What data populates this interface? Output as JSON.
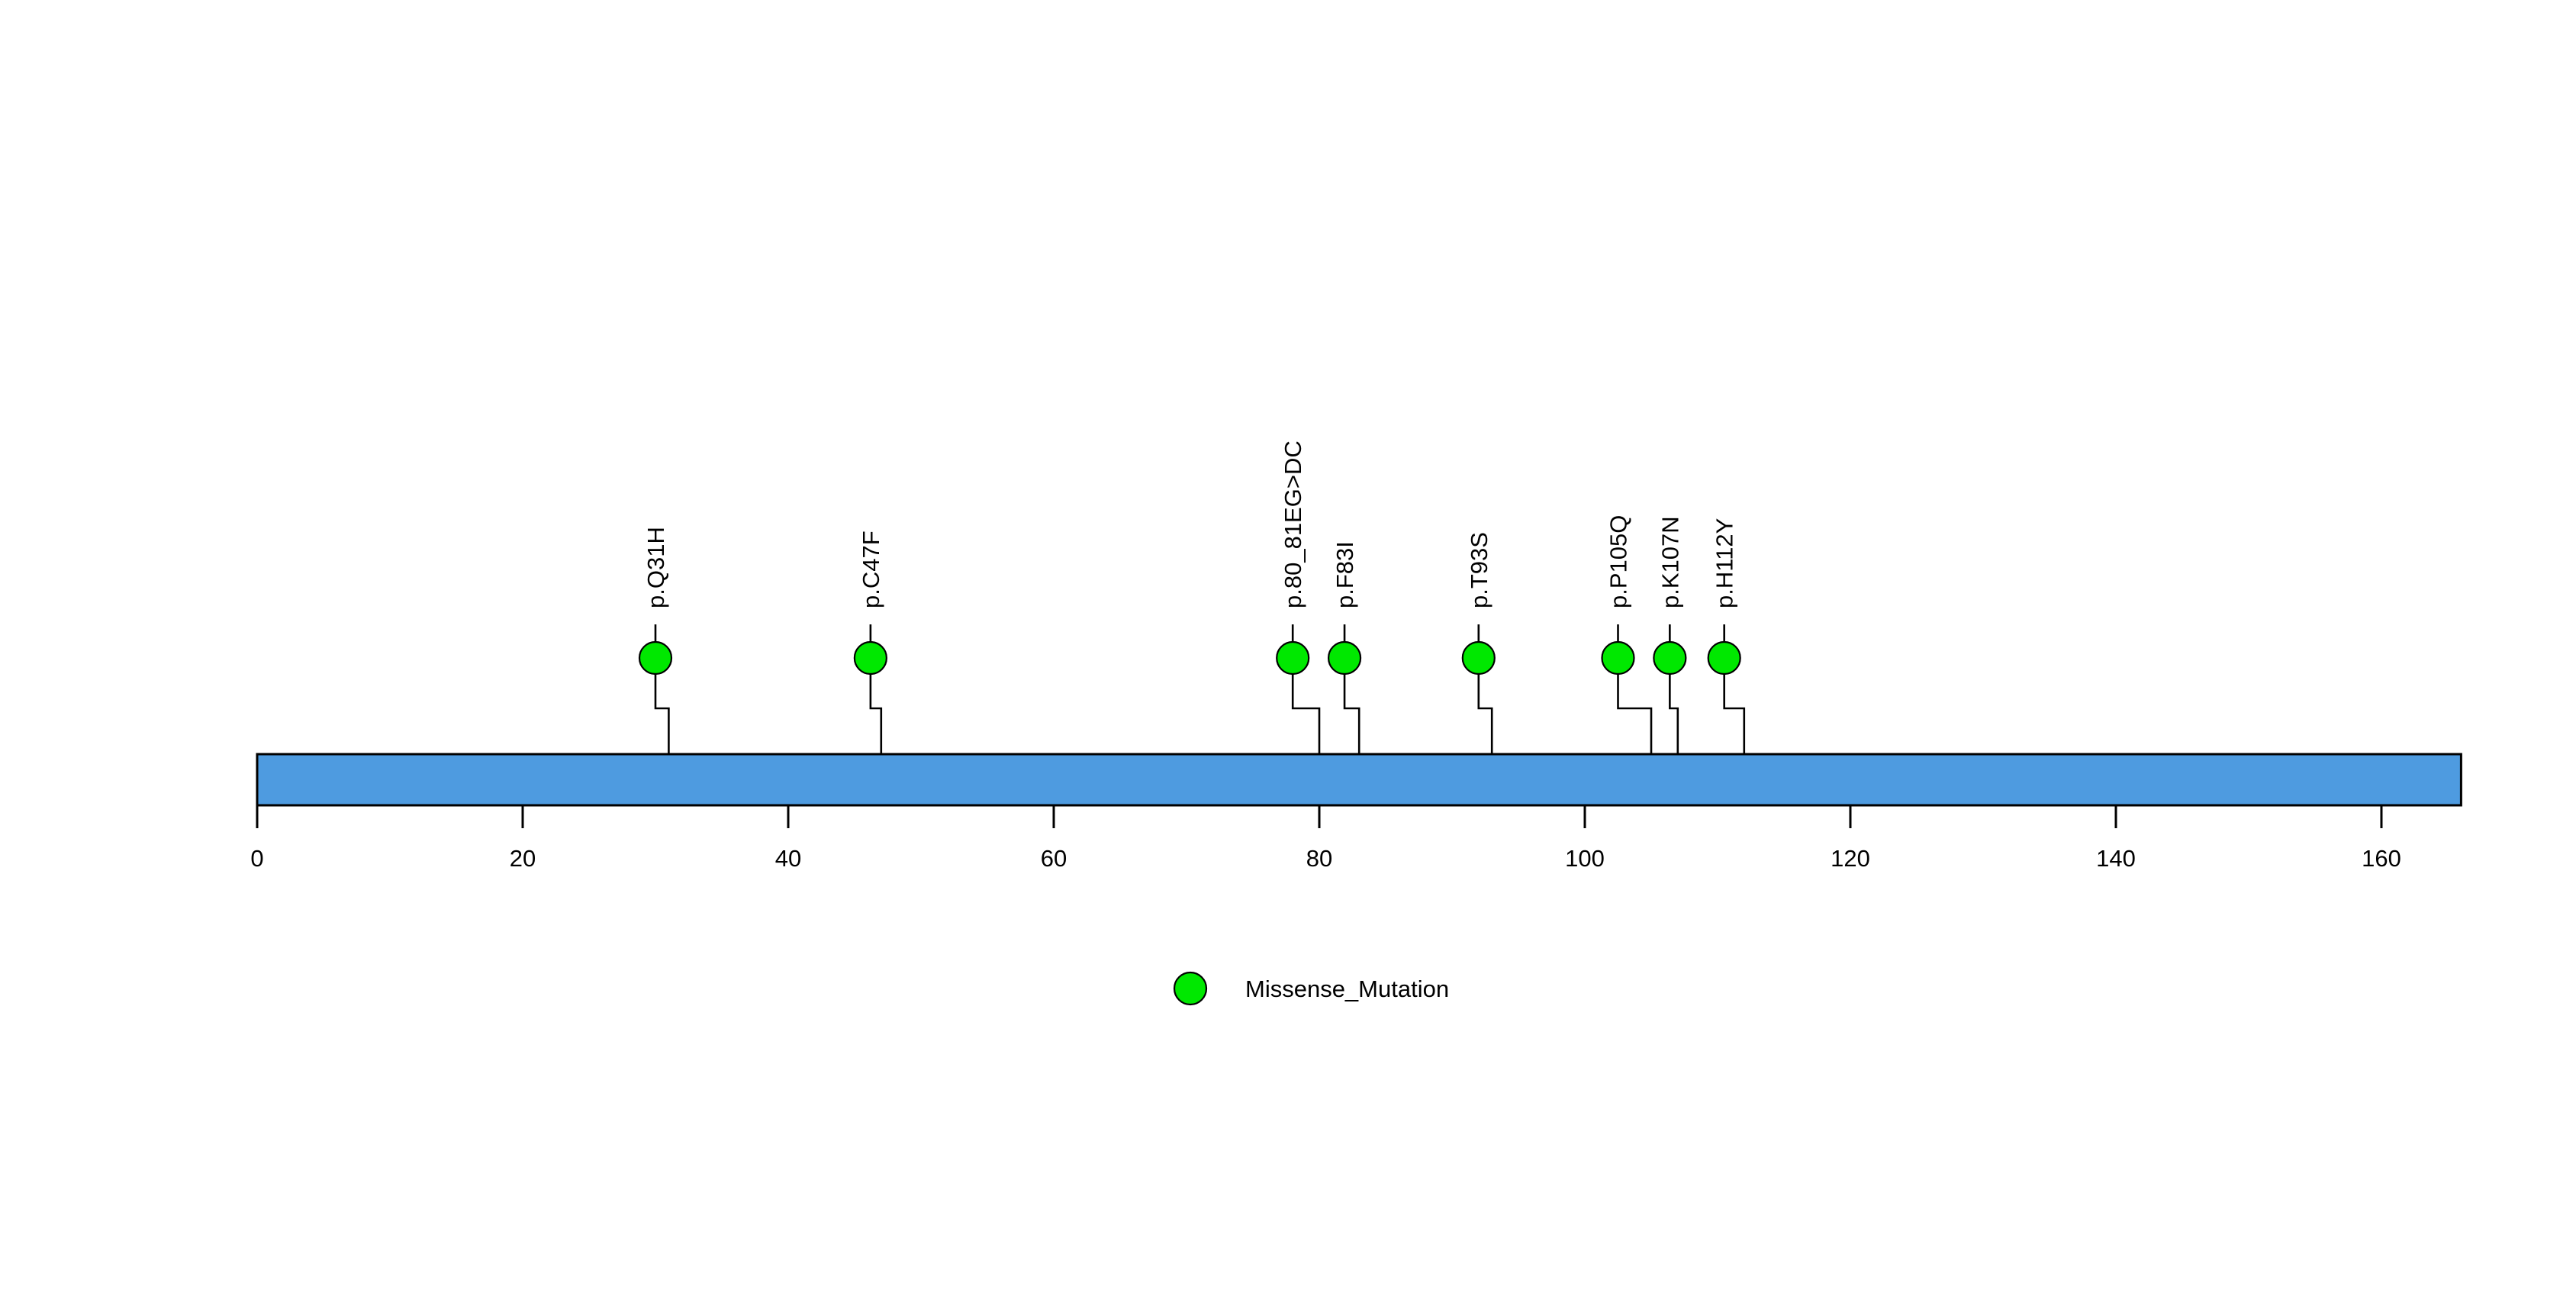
{
  "chart_data": {
    "type": "lollipop",
    "title": "",
    "subtitle": "",
    "xlabel": "",
    "ylabel": "",
    "xlim": [
      0,
      166
    ],
    "grid": false,
    "protein": {
      "length": 166,
      "domain_label": "",
      "color": "#4e9be0",
      "border_color": "#000000"
    },
    "axis": {
      "ticks": [
        0,
        20,
        40,
        60,
        80,
        100,
        120,
        140,
        160
      ],
      "tick_labels": [
        "0",
        "20",
        "40",
        "60",
        "80",
        "100",
        "120",
        "140",
        "160"
      ]
    },
    "categories": [
      "p.Q31H",
      "p.C47F",
      "p.80_81EG>DC",
      "p.F83I",
      "p.T93S",
      "p.P105Q",
      "p.K107N",
      "p.H112Y"
    ],
    "values": [
      1,
      1,
      1,
      1,
      1,
      1,
      1,
      1
    ],
    "mutations": [
      {
        "label": "p.Q31H",
        "position": 31,
        "draw_position": 30.0,
        "count": 1,
        "type": "Missense_Mutation",
        "color": "#00e800"
      },
      {
        "label": "p.C47F",
        "position": 47,
        "draw_position": 46.2,
        "count": 1,
        "type": "Missense_Mutation",
        "color": "#00e800"
      },
      {
        "label": "p.80_81EG>DC",
        "position": 80,
        "draw_position": 78.0,
        "count": 1,
        "type": "Missense_Mutation",
        "color": "#00e800"
      },
      {
        "label": "p.F83I",
        "position": 83,
        "draw_position": 81.9,
        "count": 1,
        "type": "Missense_Mutation",
        "color": "#00e800"
      },
      {
        "label": "p.T93S",
        "position": 93,
        "draw_position": 92.0,
        "count": 1,
        "type": "Missense_Mutation",
        "color": "#00e800"
      },
      {
        "label": "p.P105Q",
        "position": 105,
        "draw_position": 102.5,
        "count": 1,
        "type": "Missense_Mutation",
        "color": "#00e800"
      },
      {
        "label": "p.K107N",
        "position": 107,
        "draw_position": 106.4,
        "count": 1,
        "type": "Missense_Mutation",
        "color": "#00e800"
      },
      {
        "label": "p.H112Y",
        "position": 112,
        "draw_position": 110.5,
        "count": 1,
        "type": "Missense_Mutation",
        "color": "#00e800"
      }
    ],
    "legend": {
      "position": "bottom",
      "entries": [
        {
          "label": "Missense_Mutation",
          "color": "#00e800",
          "marker": "circle"
        }
      ]
    }
  }
}
